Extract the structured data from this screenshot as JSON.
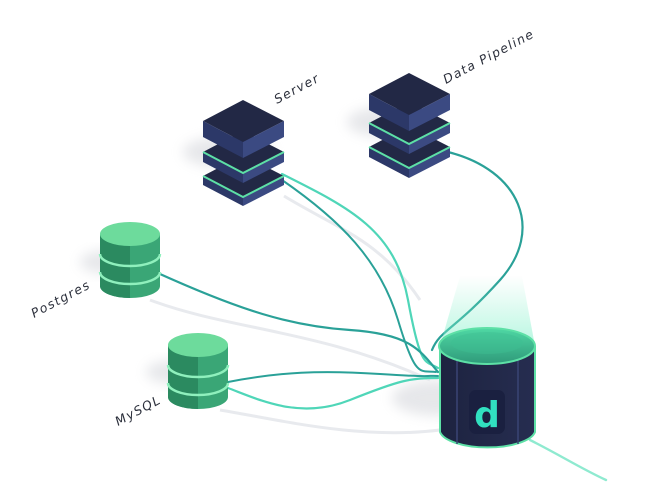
{
  "nodes": {
    "server": {
      "label": "Server"
    },
    "pipeline": {
      "label": "Data Pipeline"
    },
    "postgres": {
      "label": "Postgres"
    },
    "mysql": {
      "label": "MySQL"
    },
    "hub": {
      "glyph": "d"
    }
  },
  "colors": {
    "navy": "#222845",
    "navy_side": "#3b4a82",
    "navy_side_dark": "#2c3868",
    "accent": "#5de0a6",
    "teal_line": "#2aa198",
    "db_green": "#6ddb9c",
    "db_green_side": "#3aa676",
    "db_green_dark": "#2b8a60",
    "hub_glow": "#a8f5d8",
    "hub_glyph": "#31e0c0"
  }
}
